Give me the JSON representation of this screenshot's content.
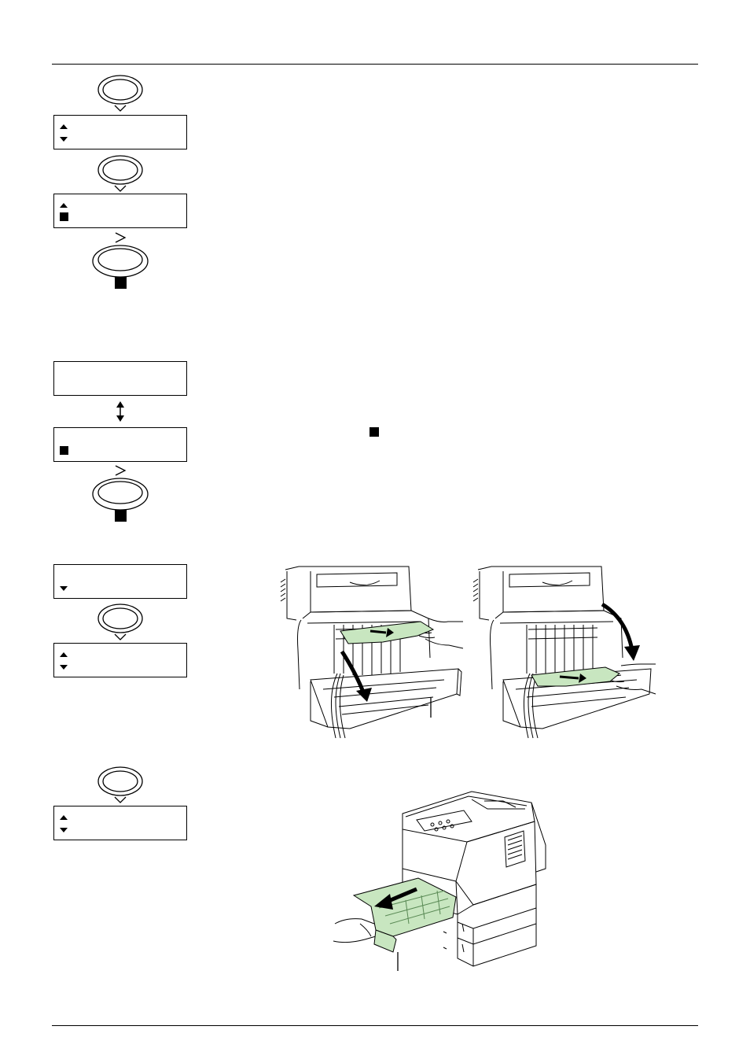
{
  "page": {
    "colors": {
      "ink": "#000000",
      "paper_green": "#c8e6c0",
      "paper_green_dark": "#5a8a55"
    }
  },
  "icons": {
    "down_key": "down-arrow-key-icon",
    "ok_key": "ok-key-icon",
    "scroll": "up-down-scroll-icon",
    "marker": "black-square-marker"
  },
  "displays": [
    {
      "id": "display-1",
      "line1_symbol": "up-triangle",
      "line2_symbol": "down-triangle"
    },
    {
      "id": "display-2",
      "line1_symbol": "up-triangle",
      "line2_symbol": "black-square"
    },
    {
      "id": "display-3",
      "line1_symbol": "",
      "line2_symbol": ""
    },
    {
      "id": "display-4",
      "line1_symbol": "",
      "line2_symbol": "black-square"
    },
    {
      "id": "display-5",
      "line1_symbol": "",
      "line2_symbol": "down-triangle"
    },
    {
      "id": "display-6",
      "line1_symbol": "up-triangle",
      "line2_symbol": "down-triangle"
    },
    {
      "id": "display-7",
      "line1_symbol": "up-triangle",
      "line2_symbol": "down-triangle"
    }
  ],
  "figures": [
    {
      "id": "rear-unit-open",
      "description_icon": "printer-rear-duplex-paper-removal-illustration"
    },
    {
      "id": "rear-unit-closing",
      "description_icon": "printer-rear-duplex-closing-illustration"
    },
    {
      "id": "cassette-pull",
      "description_icon": "printer-cassette-pull-out-illustration"
    }
  ]
}
